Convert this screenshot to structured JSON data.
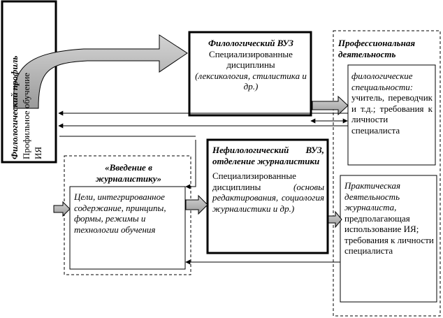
{
  "profile_box": {
    "line1": "Филологический профиль",
    "line2": "Профильное обучение",
    "line3": "ИЯ"
  },
  "phil_uni": {
    "title": "Филологический ВУЗ",
    "body1": "Специализированные дисциплины",
    "body2": "(лексикология, стилистика и др.)"
  },
  "prof_activity": {
    "title": "Профессиональная деятельность",
    "philology_specs": {
      "lead": "филологические специальности:",
      "rest": "учитель, переводчик и т.д.; требования к личности специалиста"
    },
    "journalism_practice": {
      "lead": "Практическая деятельность журналиста,",
      "rest": "предполагающая использование ИЯ; требования к личности специалиста"
    }
  },
  "intro_journalism": {
    "title": "«Введение в журналистику»",
    "content": "Цели, интегрированное содержание, принципы, формы, режимы и технологии обучения"
  },
  "nonphil_uni": {
    "title": "Нефилологический ВУЗ, отделение журналистики",
    "body1": "Специализированные дисциплины",
    "body2": "(основы редактирования, социология журналистики и др.)"
  }
}
